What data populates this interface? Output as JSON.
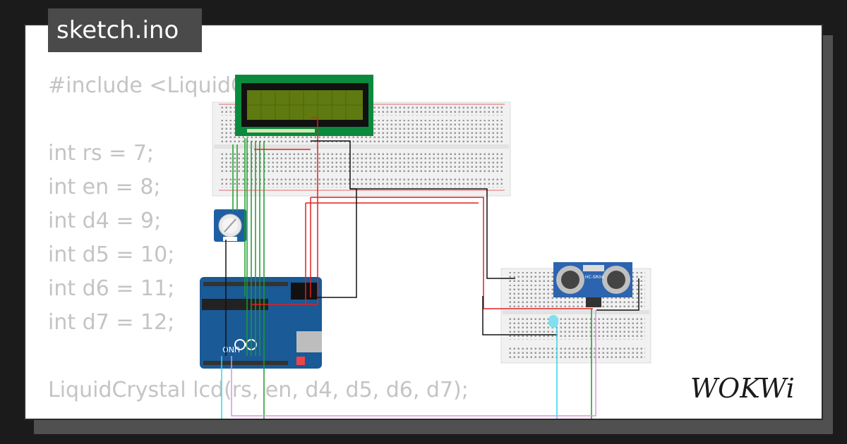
{
  "file_tab": "sketch.ino",
  "code_lines": [
    "#include <LiquidCrystal.h>",
    "",
    "int rs = 7;",
    "int en = 8;",
    "int d4 = 9;",
    "int d5 = 10;",
    "int d6 = 11;",
    "int d7 = 12;",
    "",
    "LiquidCrystal lcd(rs, en, d4, d5, d6, d7);"
  ],
  "brand": "WOKWi",
  "parts": {
    "lcd": "LCD 16x2",
    "arduino": "UNO",
    "sensor": "HC-SR04",
    "potentiometer": "potentiometer",
    "led": "LED"
  },
  "colors": {
    "background": "#1b1b1b",
    "card": "#ffffff",
    "code_text": "#c4c4c4",
    "tab_bg": "#4a4a4a",
    "lcd_pcb": "#0b8a3e",
    "lcd_screen": "#5f7a10",
    "arduino": "#1a5a96",
    "sensor": "#2c64b0",
    "pot": "#1e5fa3",
    "led": "#7fe0f0",
    "wire_green": "#1a9c2a",
    "wire_red": "#e02020",
    "wire_black": "#111111",
    "wire_cyan": "#34d4ee",
    "wire_pink": "#e090e0"
  }
}
